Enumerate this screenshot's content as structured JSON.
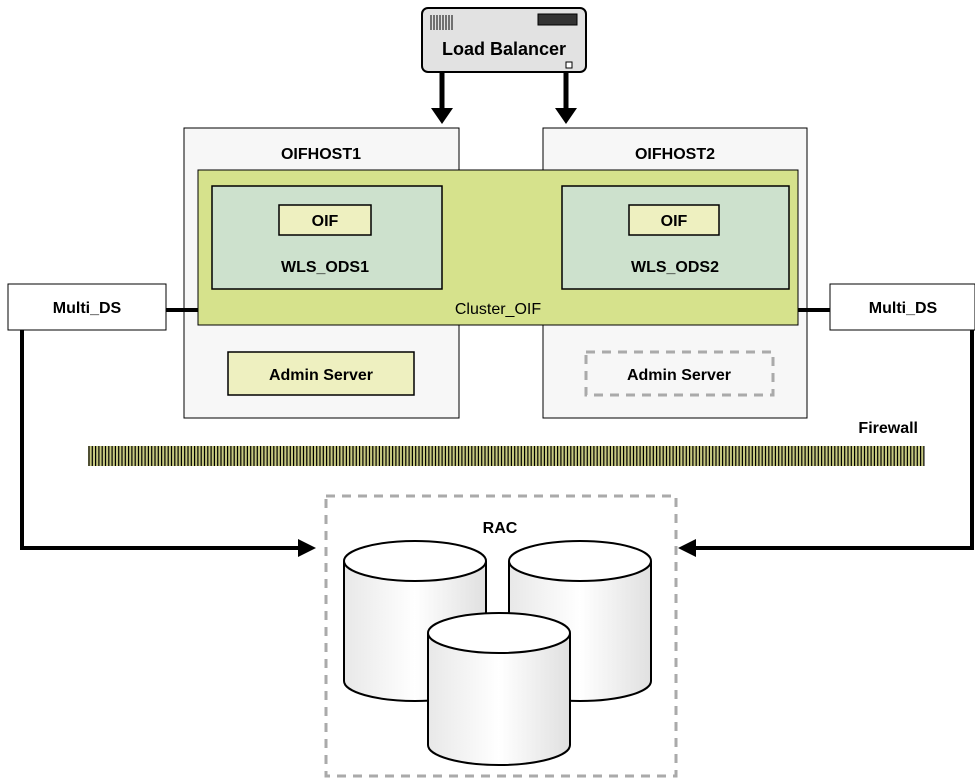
{
  "load_balancer": {
    "label": "Load Balancer"
  },
  "hosts": [
    {
      "name": "OIFHOST1",
      "admin_server": "Admin Server"
    },
    {
      "name": "OIFHOST2",
      "admin_server": "Admin Server"
    }
  ],
  "cluster": {
    "label": "Cluster_OIF",
    "servers": [
      {
        "name": "WLS_ODS1",
        "component": "OIF"
      },
      {
        "name": "WLS_ODS2",
        "component": "OIF"
      }
    ]
  },
  "multi_ds": {
    "left": "Multi_DS",
    "right": "Multi_DS"
  },
  "firewall": {
    "label": "Firewall"
  },
  "rac": {
    "label": "RAC"
  },
  "colors": {
    "cluster_fill": "#d6e28c",
    "server_fill": "#cde1cd",
    "admin_fill": "#eef0c0",
    "box_fill": "#f7f7f7",
    "dashed": "#aaaaaa",
    "firewall_bar": "#c6c880"
  }
}
